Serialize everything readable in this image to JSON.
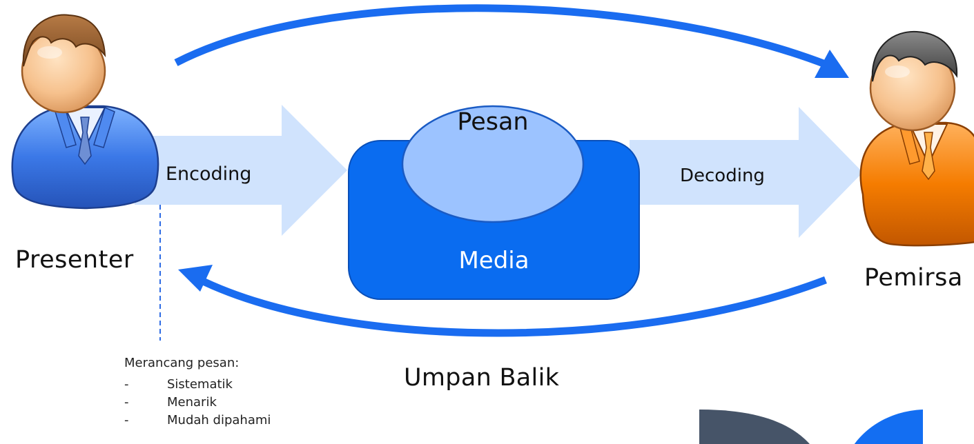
{
  "diagram": {
    "presenter": {
      "label": "Presenter"
    },
    "viewer": {
      "label": "Pemirsa"
    },
    "encoding": {
      "label": "Encoding"
    },
    "decoding": {
      "label": "Decoding"
    },
    "message": {
      "label": "Pesan"
    },
    "media": {
      "label": "Media"
    },
    "feedback": {
      "label": "Umpan Balik"
    },
    "notes": {
      "title": "Merancang pesan:",
      "items": [
        "Sistematik",
        "Menarik",
        "Mudah dipahami"
      ]
    }
  },
  "colors": {
    "presenter_suit": "#3b78e7",
    "viewer_suit": "#f57c00",
    "media_box": "#0a6cf0",
    "message_bubble": "#9cc3ff",
    "flow_arrow": "#d0e3fd",
    "curve_arrow": "#1a6cf0",
    "corner_dark": "#465468",
    "corner_blue": "#136ef2"
  },
  "icons": [
    "presenter-person-icon",
    "viewer-person-icon"
  ]
}
